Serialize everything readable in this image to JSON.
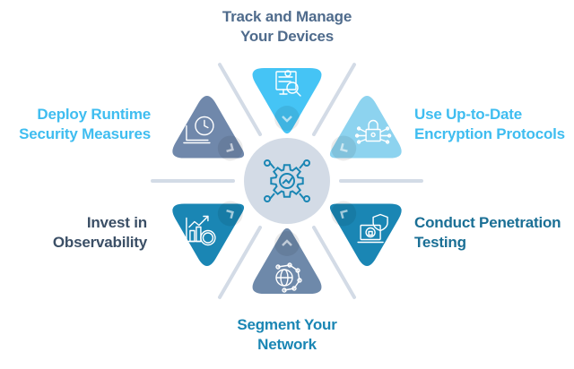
{
  "diagram": {
    "center": {
      "icon": "gear-growth-icon",
      "color": "#1a86b4",
      "bg": "#d3dbe6"
    },
    "items": [
      {
        "id": "top",
        "lines": [
          "Track and Manage",
          "Your Devices"
        ],
        "icon": "monitor-search-icon",
        "fill": "#45c4f5",
        "text_color": "#4f6b8c"
      },
      {
        "id": "upper-right",
        "lines": [
          "Use Up-to-Date",
          "Encryption Protocols"
        ],
        "icon": "lock-circuit-icon",
        "fill": "#8dd3ef",
        "text_color": "#3fbdf0"
      },
      {
        "id": "lower-right",
        "lines": [
          "Conduct Penetration",
          "Testing"
        ],
        "icon": "laptop-shield-icon",
        "fill": "#1a86b4",
        "text_color": "#1a6f95"
      },
      {
        "id": "bottom",
        "lines": [
          "Segment Your",
          "Network"
        ],
        "icon": "globe-network-icon",
        "fill": "#6e89aa",
        "text_color": "#1a86b4"
      },
      {
        "id": "lower-left",
        "lines": [
          "Invest in",
          "Observability"
        ],
        "icon": "chart-dollar-icon",
        "fill": "#1a86b4",
        "text_color": "#3b4f66"
      },
      {
        "id": "upper-left",
        "lines": [
          "Deploy Runtime",
          "Security Measures"
        ],
        "icon": "laptop-clock-icon",
        "fill": "#7088ab",
        "text_color": "#3fbdf0"
      }
    ]
  }
}
